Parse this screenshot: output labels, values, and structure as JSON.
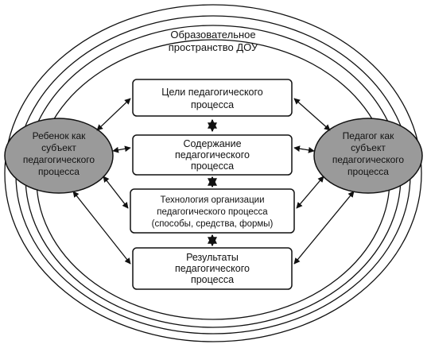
{
  "title": {
    "line1": "Образовательное",
    "line2": "пространство ДОУ"
  },
  "left_node": {
    "lines": [
      "Ребенок как",
      "субъект",
      "педагогического",
      "процесса"
    ]
  },
  "right_node": {
    "lines": [
      "Педагог как",
      "субъект",
      "педагогического",
      "процесса"
    ]
  },
  "boxes": [
    {
      "lines": [
        "Цели педагогического",
        "процесса"
      ]
    },
    {
      "lines": [
        "Содержание",
        "педагогического",
        "процесса"
      ]
    },
    {
      "lines": [
        "Технология организации",
        "педагогического процесса",
        "(способы, средства, формы)"
      ]
    },
    {
      "lines": [
        "Результаты",
        "педагогического",
        "процесса"
      ]
    }
  ],
  "colors": {
    "node_fill": "#9a9a9a",
    "line": "#111111",
    "box_fill": "#ffffff"
  }
}
